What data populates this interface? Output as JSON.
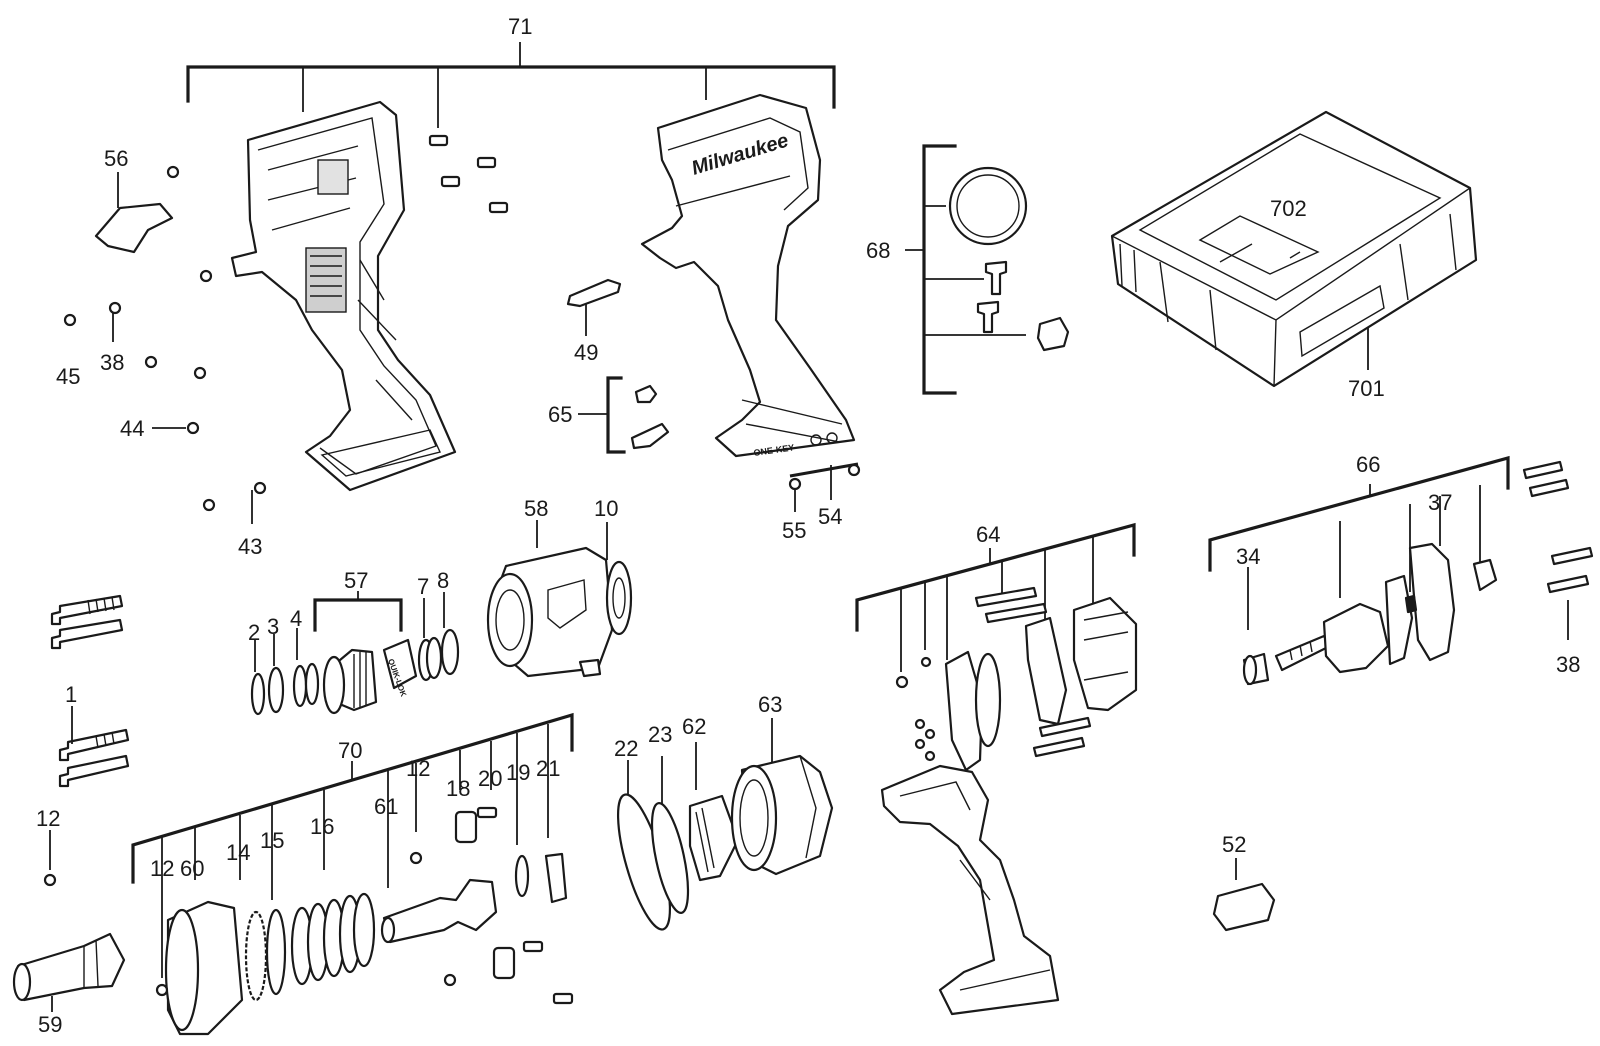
{
  "diagram": {
    "labels": [
      {
        "id": "l71",
        "text": "71"
      },
      {
        "id": "l56",
        "text": "56"
      },
      {
        "id": "l45",
        "text": "45"
      },
      {
        "id": "l38a",
        "text": "38"
      },
      {
        "id": "l44",
        "text": "44"
      },
      {
        "id": "l43",
        "text": "43"
      },
      {
        "id": "l49",
        "text": "49"
      },
      {
        "id": "l65",
        "text": "65"
      },
      {
        "id": "l55",
        "text": "55"
      },
      {
        "id": "l54",
        "text": "54"
      },
      {
        "id": "l68",
        "text": "68"
      },
      {
        "id": "l702",
        "text": "702"
      },
      {
        "id": "l701",
        "text": "701"
      },
      {
        "id": "l58",
        "text": "58"
      },
      {
        "id": "l10",
        "text": "10"
      },
      {
        "id": "l57",
        "text": "57"
      },
      {
        "id": "l2",
        "text": "2"
      },
      {
        "id": "l3",
        "text": "3"
      },
      {
        "id": "l4",
        "text": "4"
      },
      {
        "id": "l7",
        "text": "7"
      },
      {
        "id": "l8",
        "text": "8"
      },
      {
        "id": "l1",
        "text": "1"
      },
      {
        "id": "l70",
        "text": "70"
      },
      {
        "id": "l12a",
        "text": "12"
      },
      {
        "id": "l12b",
        "text": "12"
      },
      {
        "id": "l12c",
        "text": "12"
      },
      {
        "id": "l60",
        "text": "60"
      },
      {
        "id": "l14",
        "text": "14"
      },
      {
        "id": "l15",
        "text": "15"
      },
      {
        "id": "l16",
        "text": "16"
      },
      {
        "id": "l61",
        "text": "61"
      },
      {
        "id": "l18",
        "text": "18"
      },
      {
        "id": "l20",
        "text": "20"
      },
      {
        "id": "l19",
        "text": "19"
      },
      {
        "id": "l21",
        "text": "21"
      },
      {
        "id": "l59",
        "text": "59"
      },
      {
        "id": "l22",
        "text": "22"
      },
      {
        "id": "l23",
        "text": "23"
      },
      {
        "id": "l62",
        "text": "62"
      },
      {
        "id": "l63",
        "text": "63"
      },
      {
        "id": "l64",
        "text": "64"
      },
      {
        "id": "l66",
        "text": "66"
      },
      {
        "id": "l34",
        "text": "34"
      },
      {
        "id": "l37",
        "text": "37"
      },
      {
        "id": "l38b",
        "text": "38"
      },
      {
        "id": "l52",
        "text": "52"
      }
    ],
    "brand_text": "Milwaukee",
    "chuck_text": "QUIK-LOK",
    "onekey_text": "ONE-KEY"
  }
}
